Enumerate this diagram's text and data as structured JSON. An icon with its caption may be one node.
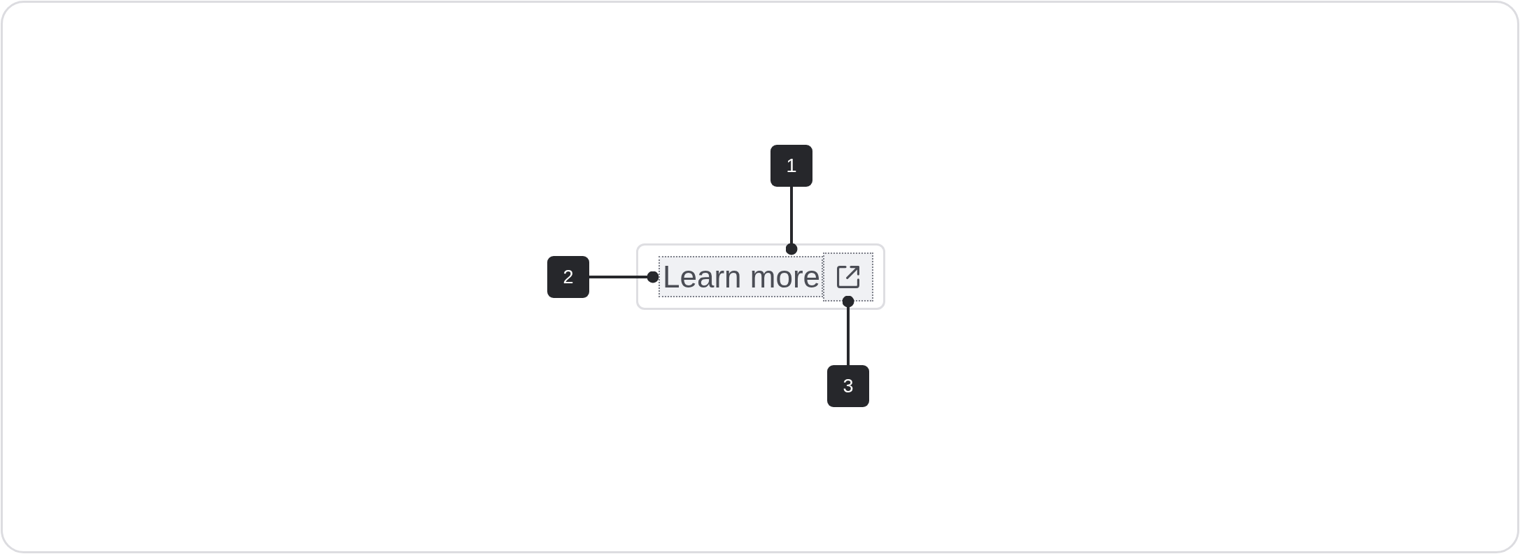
{
  "diagram": {
    "nodes": [
      {
        "text": [
          "1"
        ]
      },
      {
        "text": [
          "2"
        ]
      },
      {
        "text": [],
        "shape": "box"
      },
      {
        "text": [
          "Learn more"
        ],
        "in": 2
      },
      {
        "text": [],
        "shape": "box",
        "in": 2
      },
      {
        "text": [
          "3"
        ]
      }
    ],
    "edges": [
      {
        "from": 0,
        "to": 2,
        "arrow": "other"
      },
      {
        "from": 1,
        "to": 3,
        "arrow": "other"
      },
      {
        "from": 5,
        "to": 4,
        "arrow": "other"
      }
    ]
  }
}
